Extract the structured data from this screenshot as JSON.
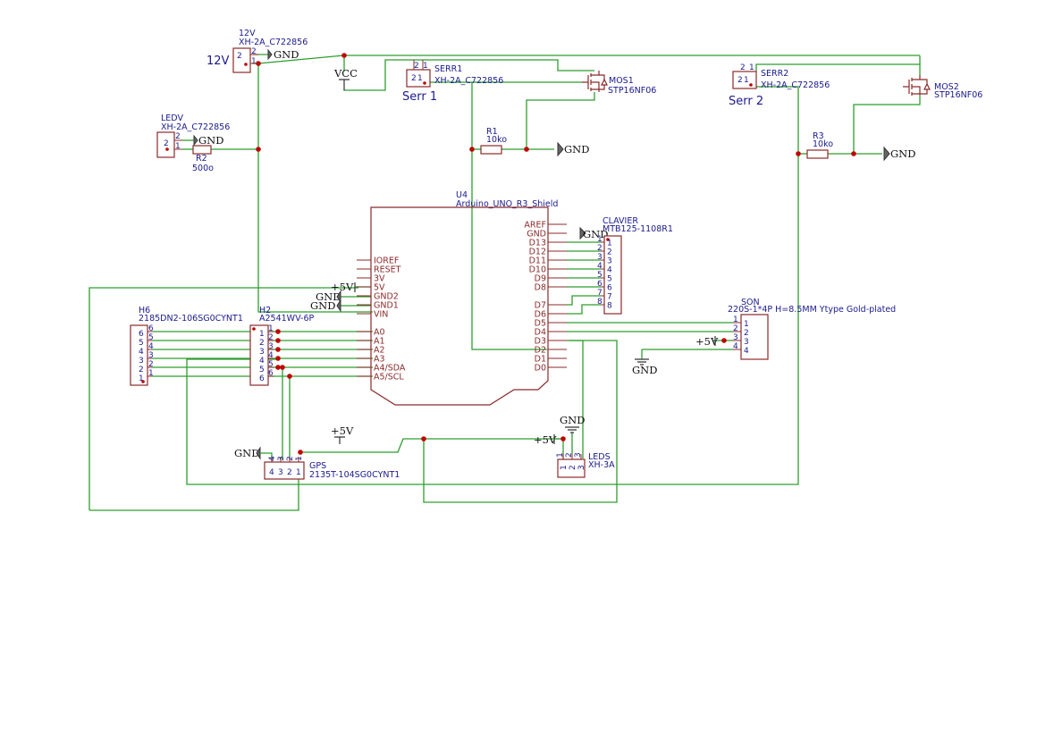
{
  "labels": {
    "j12v_big": "12V",
    "j12v_ref": "12V",
    "j12v_val": "XH-2A_C722856",
    "j12v_p2": "2",
    "j12v_p1": "1",
    "ledv_ref": "LEDV",
    "ledv_val": "XH-2A_C722856",
    "ledv_p2": "2",
    "ledv_p1": "1",
    "r2_ref": "R2",
    "r2_val": "500o",
    "serr1_ref": "SERR1",
    "serr1_val": "XH-2A_C722856",
    "serr1_big": "Serr 1",
    "serr1_p2": "2",
    "serr1_p1": "1",
    "mos1_ref": "MOS1",
    "mos1_val": "STP16NF06",
    "r1_ref": "R1",
    "r1_val": "10ko",
    "serr2_ref": "SERR2",
    "serr2_val": "XH-2A_C722856",
    "serr2_big": "Serr 2",
    "serr2_p2": "2",
    "serr2_p1": "1",
    "mos2_ref": "MOS2",
    "mos2_val": "STP16NF06",
    "r3_ref": "R3",
    "r3_val": "10ko",
    "u4_ref": "U4",
    "u4_val": "Arduino_UNO_R3_Shield",
    "u4_left": [
      "IOREF",
      "RESET",
      "3V",
      "5V",
      "GND2",
      "GND1",
      "VIN",
      "A0",
      "A1",
      "A2",
      "A3",
      "A4/SDA",
      "A5/SCL"
    ],
    "u4_right": [
      "AREF",
      "GND",
      "D13",
      "D12",
      "D11",
      "D10",
      "D9",
      "D8",
      "D7",
      "D6",
      "D5",
      "D4",
      "D3",
      "D2",
      "D1",
      "D0"
    ],
    "clavier_ref": "CLAVIER",
    "clavier_val": "MTB125-1108R1",
    "clavier_pins": [
      "1",
      "2",
      "3",
      "4",
      "5",
      "6",
      "7",
      "8"
    ],
    "h6_ref": "H6",
    "h6_val": "2185DN2-106SG0CYNT1",
    "h6_pins": [
      "6",
      "5",
      "4",
      "3",
      "2",
      "1"
    ],
    "h2_ref": "H2",
    "h2_val": "A2541WV-6P",
    "h2_pins": [
      "1",
      "2",
      "3",
      "4",
      "5",
      "6"
    ],
    "son_ref": "SON",
    "son_val": "220S-1*4P H=8.5MM Ytype Gold-plated",
    "son_pins": [
      "1",
      "2",
      "3",
      "4"
    ],
    "gps_ref": "GPS",
    "gps_val": "2135T-104SG0CYNT1",
    "gps_pins": [
      "4",
      "3",
      "2",
      "1"
    ],
    "leds_ref": "LEDS",
    "leds_val": "XH-3A",
    "leds_pins": [
      "1",
      "2",
      "3"
    ],
    "gnd": "GND",
    "vcc": "VCC",
    "p5v": "+5V"
  }
}
